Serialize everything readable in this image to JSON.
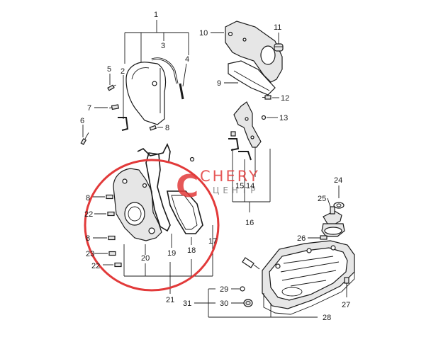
{
  "callouts": [
    "1",
    "2",
    "3",
    "4",
    "5",
    "6",
    "7",
    "8",
    "9",
    "10",
    "11",
    "12",
    "13",
    "14",
    "15",
    "16",
    "17",
    "18",
    "19",
    "20",
    "21",
    "22",
    "23",
    "24",
    "25",
    "26",
    "27",
    "28",
    "29",
    "30",
    "31"
  ],
  "logo": {
    "brand": "CHERY",
    "subtitle": "ЦЕНТР",
    "monogram": "C"
  },
  "colors": {
    "highlight_circle": "#e23a3a",
    "line": "#1a1a1a"
  }
}
